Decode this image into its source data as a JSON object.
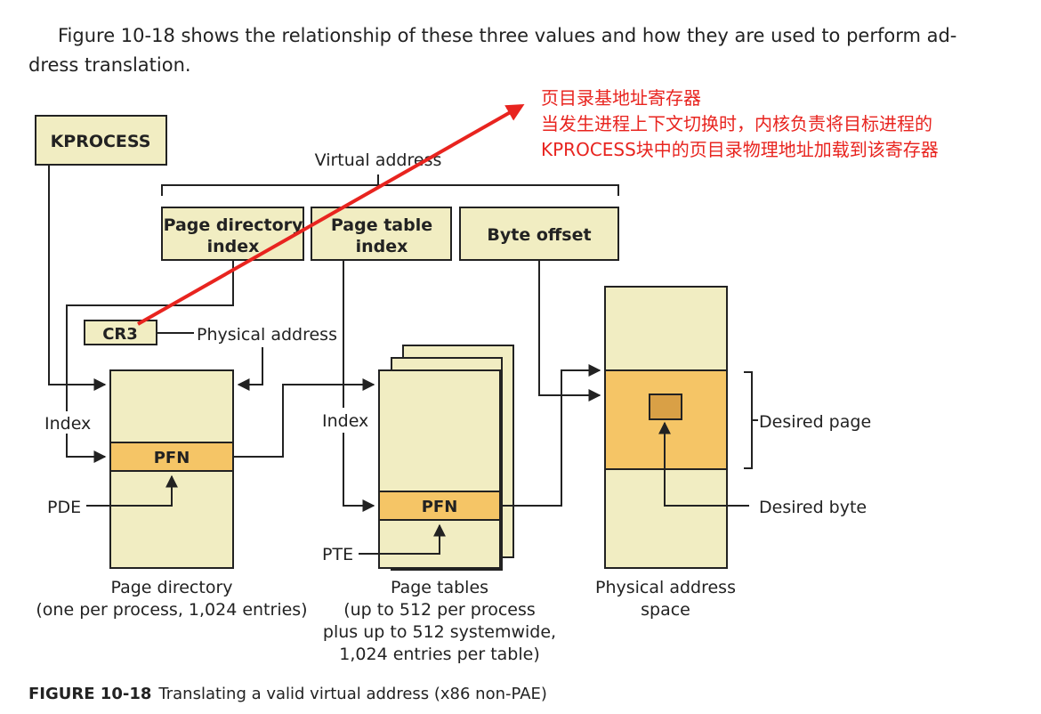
{
  "paragraph": {
    "line1": "Figure 10-18 shows the relationship of these three values and how they are used to perform ad-",
    "line2": "dress translation."
  },
  "annotation": {
    "line1": "页目录基地址寄存器",
    "line2": "当发生进程上下文切换时，内核负责将目标进程的",
    "line3": "KPROCESS块中的页目录物理地址加载到该寄存器"
  },
  "diagram": {
    "kprocess": "KPROCESS",
    "virtual_address": "Virtual address",
    "page_directory_index": [
      "Page directory",
      "index"
    ],
    "page_table_index": [
      "Page table",
      "index"
    ],
    "byte_offset": "Byte offset",
    "cr3": "CR3",
    "physical_address": "Physical address",
    "index_left": "Index",
    "index_mid": "Index",
    "pfn_directory": "PFN",
    "pfn_table": "PFN",
    "pde": "PDE",
    "pte": "PTE",
    "desired_page": "Desired page",
    "desired_byte": "Desired byte",
    "page_directory_caption": [
      "Page directory",
      "(one per process, 1,024 entries)"
    ],
    "page_tables_caption": [
      "Page tables",
      "(up to 512 per process",
      "plus up to 512 systemwide,",
      "1,024 entries per table)"
    ],
    "physical_space_caption": [
      "Physical address",
      "space"
    ]
  },
  "caption": {
    "label": "FIGURE 10-18",
    "text": "Translating a valid virtual address (x86 non-PAE)"
  },
  "colors": {
    "box_fill": "#f1edc2",
    "highlight_fill": "#f5c566",
    "byte_fill": "#d9a046",
    "line": "#222222",
    "annotation": "#e8241f"
  }
}
